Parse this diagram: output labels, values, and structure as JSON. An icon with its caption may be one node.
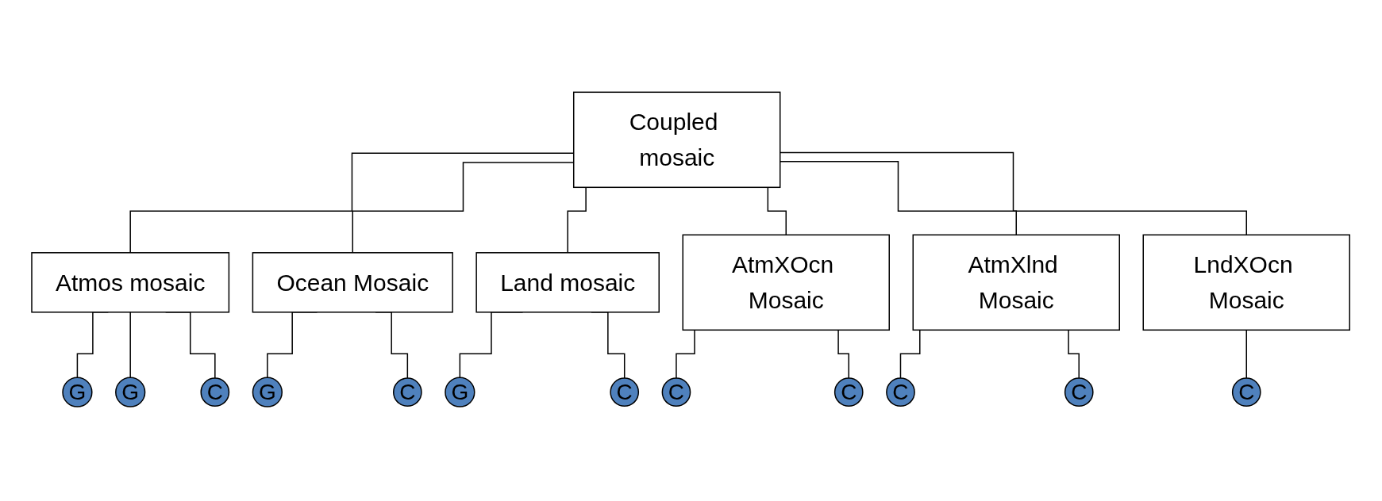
{
  "diagram": {
    "nodes": [
      {
        "text": [
          "Coupled mosaic"
        ]
      },
      {
        "text": [
          "Atmos mosaic"
        ]
      },
      {
        "text": [
          "Ocean Mosaic"
        ]
      },
      {
        "text": [
          "Land mosaic"
        ]
      },
      {
        "text": [
          "AtmXOcn Mosaic"
        ]
      },
      {
        "text": [
          "AtmXlnd Mosaic"
        ]
      },
      {
        "text": [
          "LndXOcn Mosaic"
        ]
      },
      {
        "text": [
          "G"
        ]
      },
      {
        "text": [
          "G"
        ]
      },
      {
        "text": [
          "C"
        ]
      },
      {
        "text": [
          "G"
        ]
      },
      {
        "text": [
          "C"
        ]
      },
      {
        "text": [
          "G"
        ]
      },
      {
        "text": [
          "C"
        ]
      },
      {
        "text": [
          "C"
        ]
      },
      {
        "text": [
          "C"
        ]
      },
      {
        "text": [
          "C"
        ]
      },
      {
        "text": [
          "C"
        ]
      },
      {
        "text": [
          "C"
        ]
      }
    ],
    "edges": [
      {
        "from": 0,
        "to": 1,
        "arrow": "none"
      },
      {
        "from": 0,
        "to": 2,
        "arrow": "none"
      },
      {
        "from": 0,
        "to": 3,
        "arrow": "none"
      },
      {
        "from": 0,
        "to": 4,
        "arrow": "none"
      },
      {
        "from": 0,
        "to": 5,
        "arrow": "none"
      },
      {
        "from": 0,
        "to": 6,
        "arrow": "none"
      },
      {
        "from": 1,
        "to": 7,
        "arrow": "none"
      },
      {
        "from": 1,
        "to": 8,
        "arrow": "none"
      },
      {
        "from": 1,
        "to": 9,
        "arrow": "none"
      },
      {
        "from": 2,
        "to": 10,
        "arrow": "none"
      },
      {
        "from": 2,
        "to": 11,
        "arrow": "none"
      },
      {
        "from": 3,
        "to": 12,
        "arrow": "none"
      },
      {
        "from": 3,
        "to": 13,
        "arrow": "none"
      },
      {
        "from": 4,
        "to": 14,
        "arrow": "none"
      },
      {
        "from": 4,
        "to": 15,
        "arrow": "none"
      },
      {
        "from": 5,
        "to": 16,
        "arrow": "none"
      },
      {
        "from": 5,
        "to": 17,
        "arrow": "none"
      },
      {
        "from": 6,
        "to": 18,
        "arrow": "none"
      }
    ]
  }
}
